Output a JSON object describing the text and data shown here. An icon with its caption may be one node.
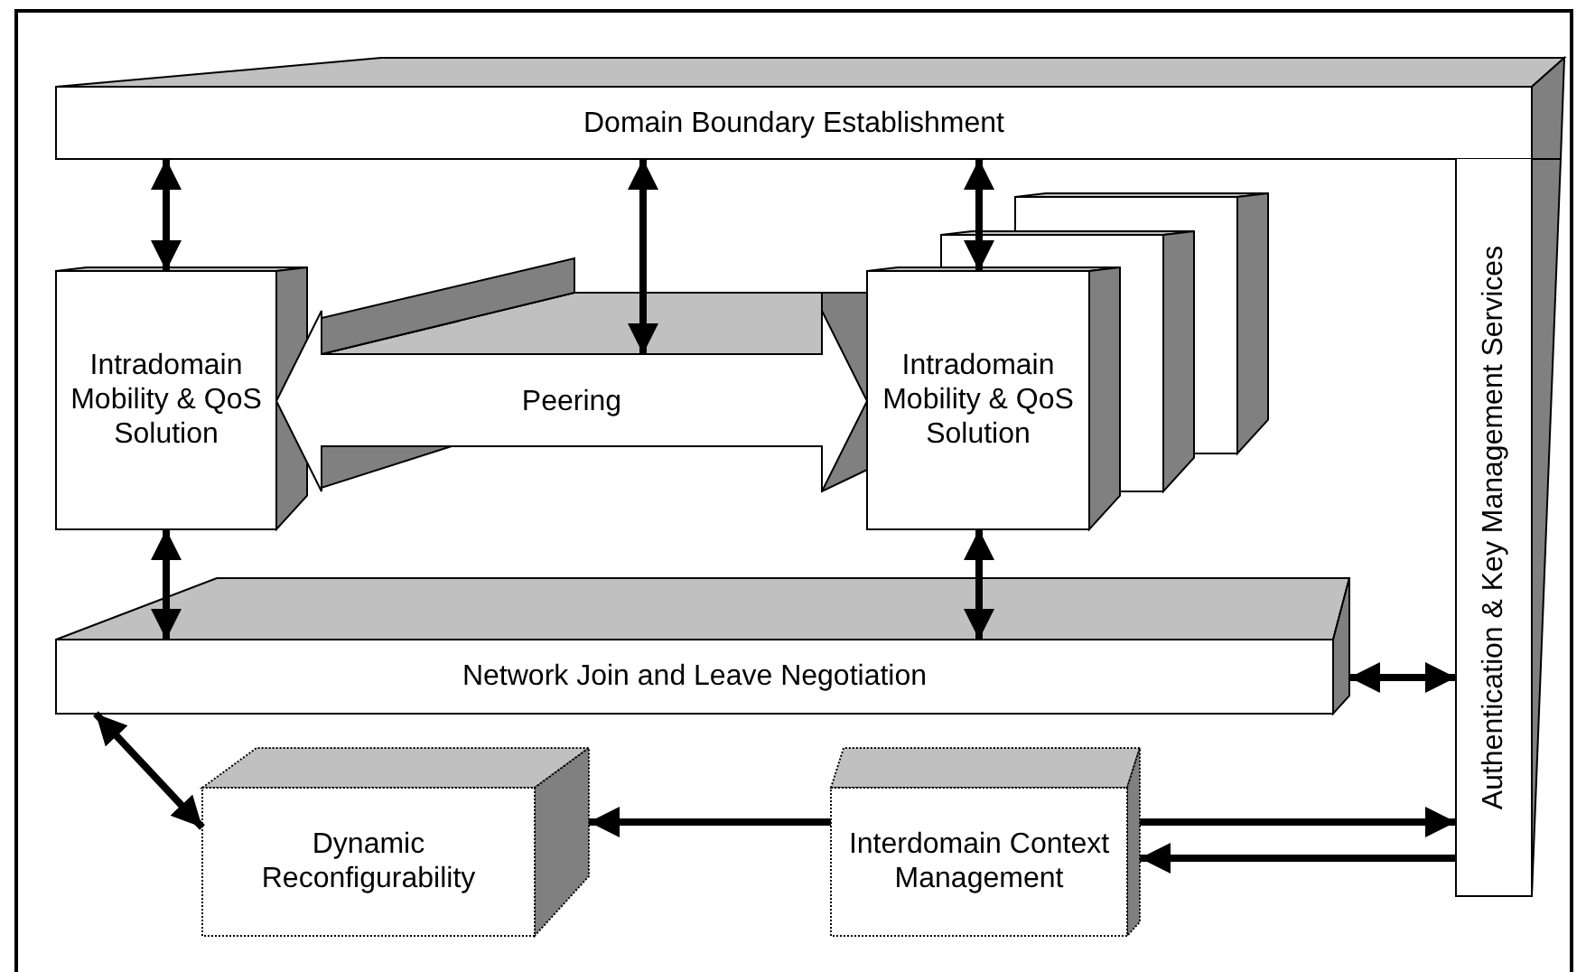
{
  "diagram": {
    "nodes": [
      {
        "text": [
          "Domain Boundary Establishment"
        ]
      },
      {
        "text": [
          "Intradomain Mobility & QoS Solution"
        ]
      },
      {
        "text": [
          "Peering"
        ]
      },
      {
        "text": [
          "Intradomain Mobility & QoS Solution"
        ]
      },
      {
        "text": [
          "Network Join and Leave Negotiation"
        ]
      },
      {
        "text": [
          "Authentication & Key Management Services"
        ]
      },
      {
        "text": [
          "Dynamic Reconfigurability"
        ]
      },
      {
        "text": [
          "Interdomain Context Management"
        ]
      }
    ],
    "edges": [
      {
        "from": 0,
        "to": 1,
        "arrow": "both"
      },
      {
        "from": 0,
        "to": 2,
        "arrow": "both"
      },
      {
        "from": 0,
        "to": 3,
        "arrow": "both"
      },
      {
        "from": 1,
        "to": 4,
        "arrow": "both"
      },
      {
        "from": 3,
        "to": 4,
        "arrow": "both"
      },
      {
        "from": 4,
        "to": 5,
        "arrow": "both"
      },
      {
        "from": 4,
        "to": 6,
        "arrow": "both"
      },
      {
        "from": 7,
        "to": 6,
        "arrow": "to"
      },
      {
        "from": 7,
        "to": 5,
        "arrow": "to"
      },
      {
        "from": 5,
        "to": 7,
        "arrow": "to"
      }
    ]
  }
}
